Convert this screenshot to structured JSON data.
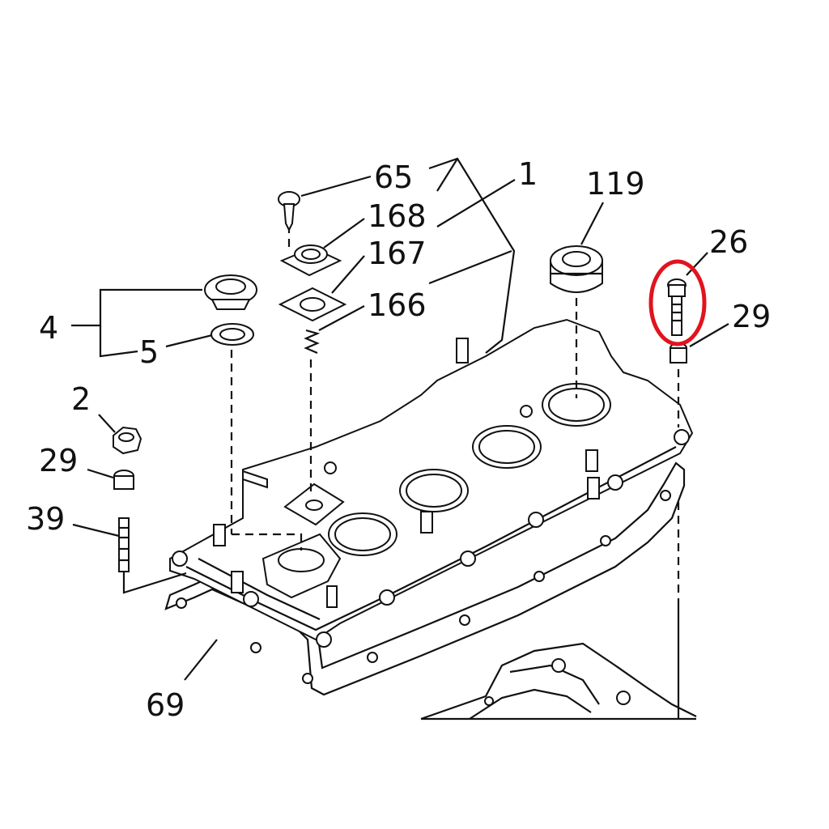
{
  "diagram": {
    "callouts": [
      {
        "id": "callout-65",
        "text": "65"
      },
      {
        "id": "callout-1",
        "text": "1"
      },
      {
        "id": "callout-119",
        "text": "119"
      },
      {
        "id": "callout-168",
        "text": "168"
      },
      {
        "id": "callout-167",
        "text": "167"
      },
      {
        "id": "callout-166",
        "text": "166"
      },
      {
        "id": "callout-26",
        "text": "26"
      },
      {
        "id": "callout-29-right",
        "text": "29"
      },
      {
        "id": "callout-4",
        "text": "4"
      },
      {
        "id": "callout-5",
        "text": "5"
      },
      {
        "id": "callout-2",
        "text": "2"
      },
      {
        "id": "callout-29-left",
        "text": "29"
      },
      {
        "id": "callout-39",
        "text": "39"
      },
      {
        "id": "callout-69",
        "text": "69"
      }
    ],
    "highlight": {
      "target": "26",
      "color": "#e0141e"
    }
  }
}
